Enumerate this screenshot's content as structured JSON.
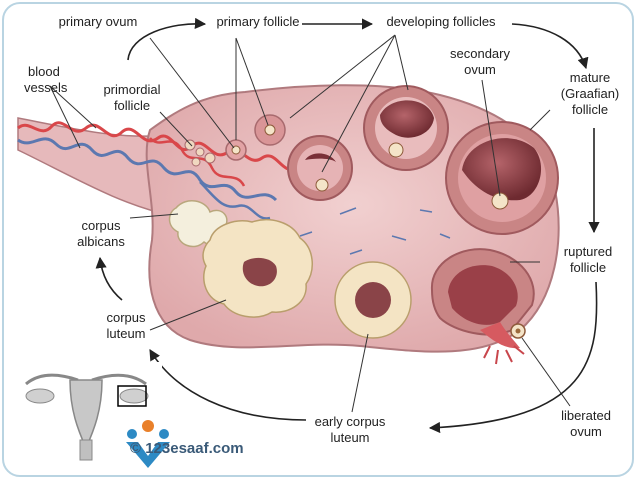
{
  "labels": {
    "primary_ovum": "primary ovum",
    "primary_follicle": "primary follicle",
    "developing_follicles": "developing follicles",
    "blood_vessels_1": "blood",
    "blood_vessels_2": "vessels",
    "primordial_follicle_1": "primordial",
    "primordial_follicle_2": "follicle",
    "secondary_ovum_1": "secondary",
    "secondary_ovum_2": "ovum",
    "mature_follicle_1": "mature",
    "mature_follicle_2": "(Graafian)",
    "mature_follicle_3": "follicle",
    "corpus_albicans_1": "corpus",
    "corpus_albicans_2": "albicans",
    "ruptured_follicle_1": "ruptured",
    "ruptured_follicle_2": "follicle",
    "corpus_luteum_1": "corpus",
    "corpus_luteum_2": "luteum",
    "early_corpus_luteum_1": "early corpus",
    "early_corpus_luteum_2": "luteum",
    "liberated_ovum_1": "liberated",
    "liberated_ovum_2": "ovum"
  },
  "watermark": {
    "text": "© 123esaaf.com"
  },
  "colors": {
    "ovary_fill": "#ecc2c4",
    "ovary_edge": "#b07a7e",
    "follicle_wall": "#c98585",
    "antrum": "#8a3e44",
    "luteum": "#f2e6c8",
    "artery": "#d9474a",
    "vein": "#5c78b0",
    "frame": "#b9d4e2"
  },
  "icons": [
    "uterus-thumbnail-icon",
    "logo-icon"
  ]
}
